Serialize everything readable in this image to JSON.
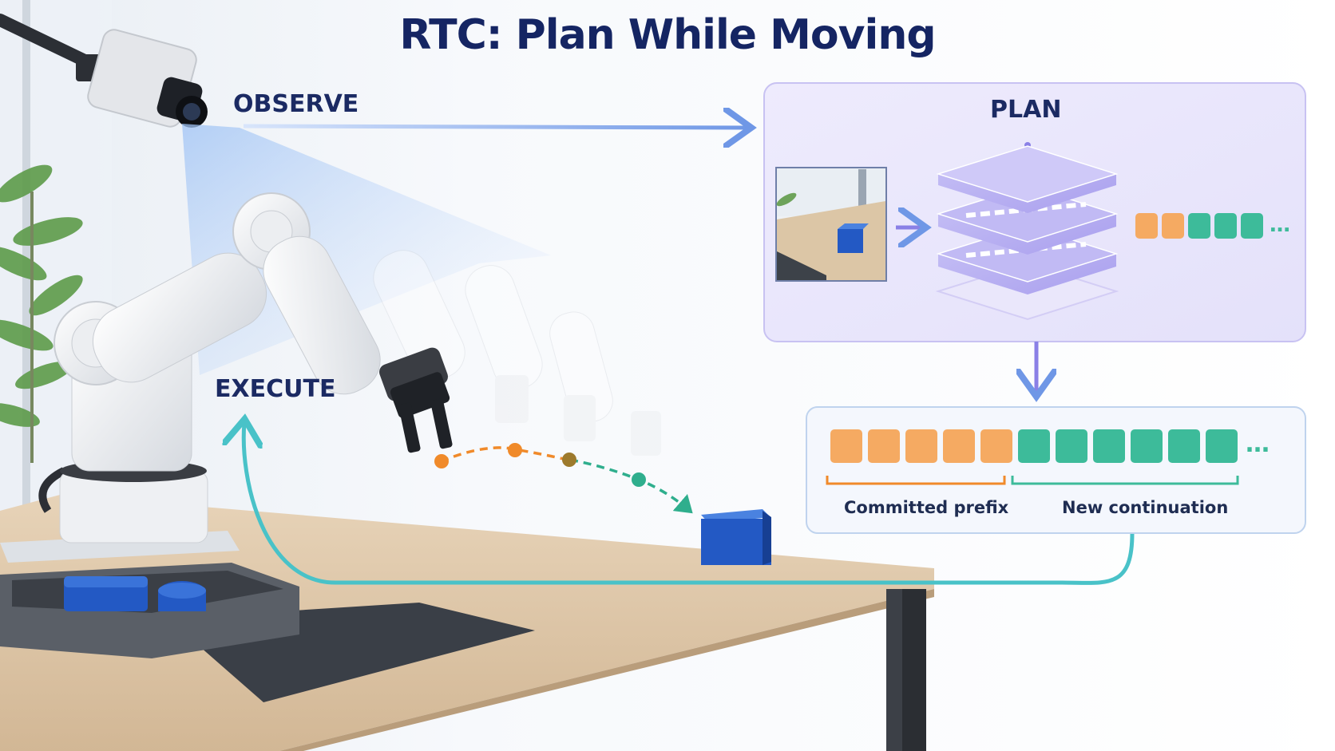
{
  "title": "RTC: Plan While Moving",
  "labels": {
    "observe": "OBSERVE",
    "plan": "PLAN",
    "execute": "EXECUTE"
  },
  "plan_output_tokens": {
    "committed": 2,
    "new": 3,
    "ellipsis": "…"
  },
  "action_chunk": {
    "committed_tokens": 5,
    "new_tokens": 6,
    "ellipsis": "…",
    "committed_label": "Committed prefix",
    "new_label": "New continuation"
  },
  "colors": {
    "title": "#152563",
    "committed": "#f5aa62",
    "new": "#3dbb9a",
    "plan_panel": "#ebe8fb",
    "plan_border": "#c8c2f2",
    "loop_arrow": "#49c2c8",
    "observe_arrow": "#7ea3ea",
    "cube": "#2359c4"
  }
}
